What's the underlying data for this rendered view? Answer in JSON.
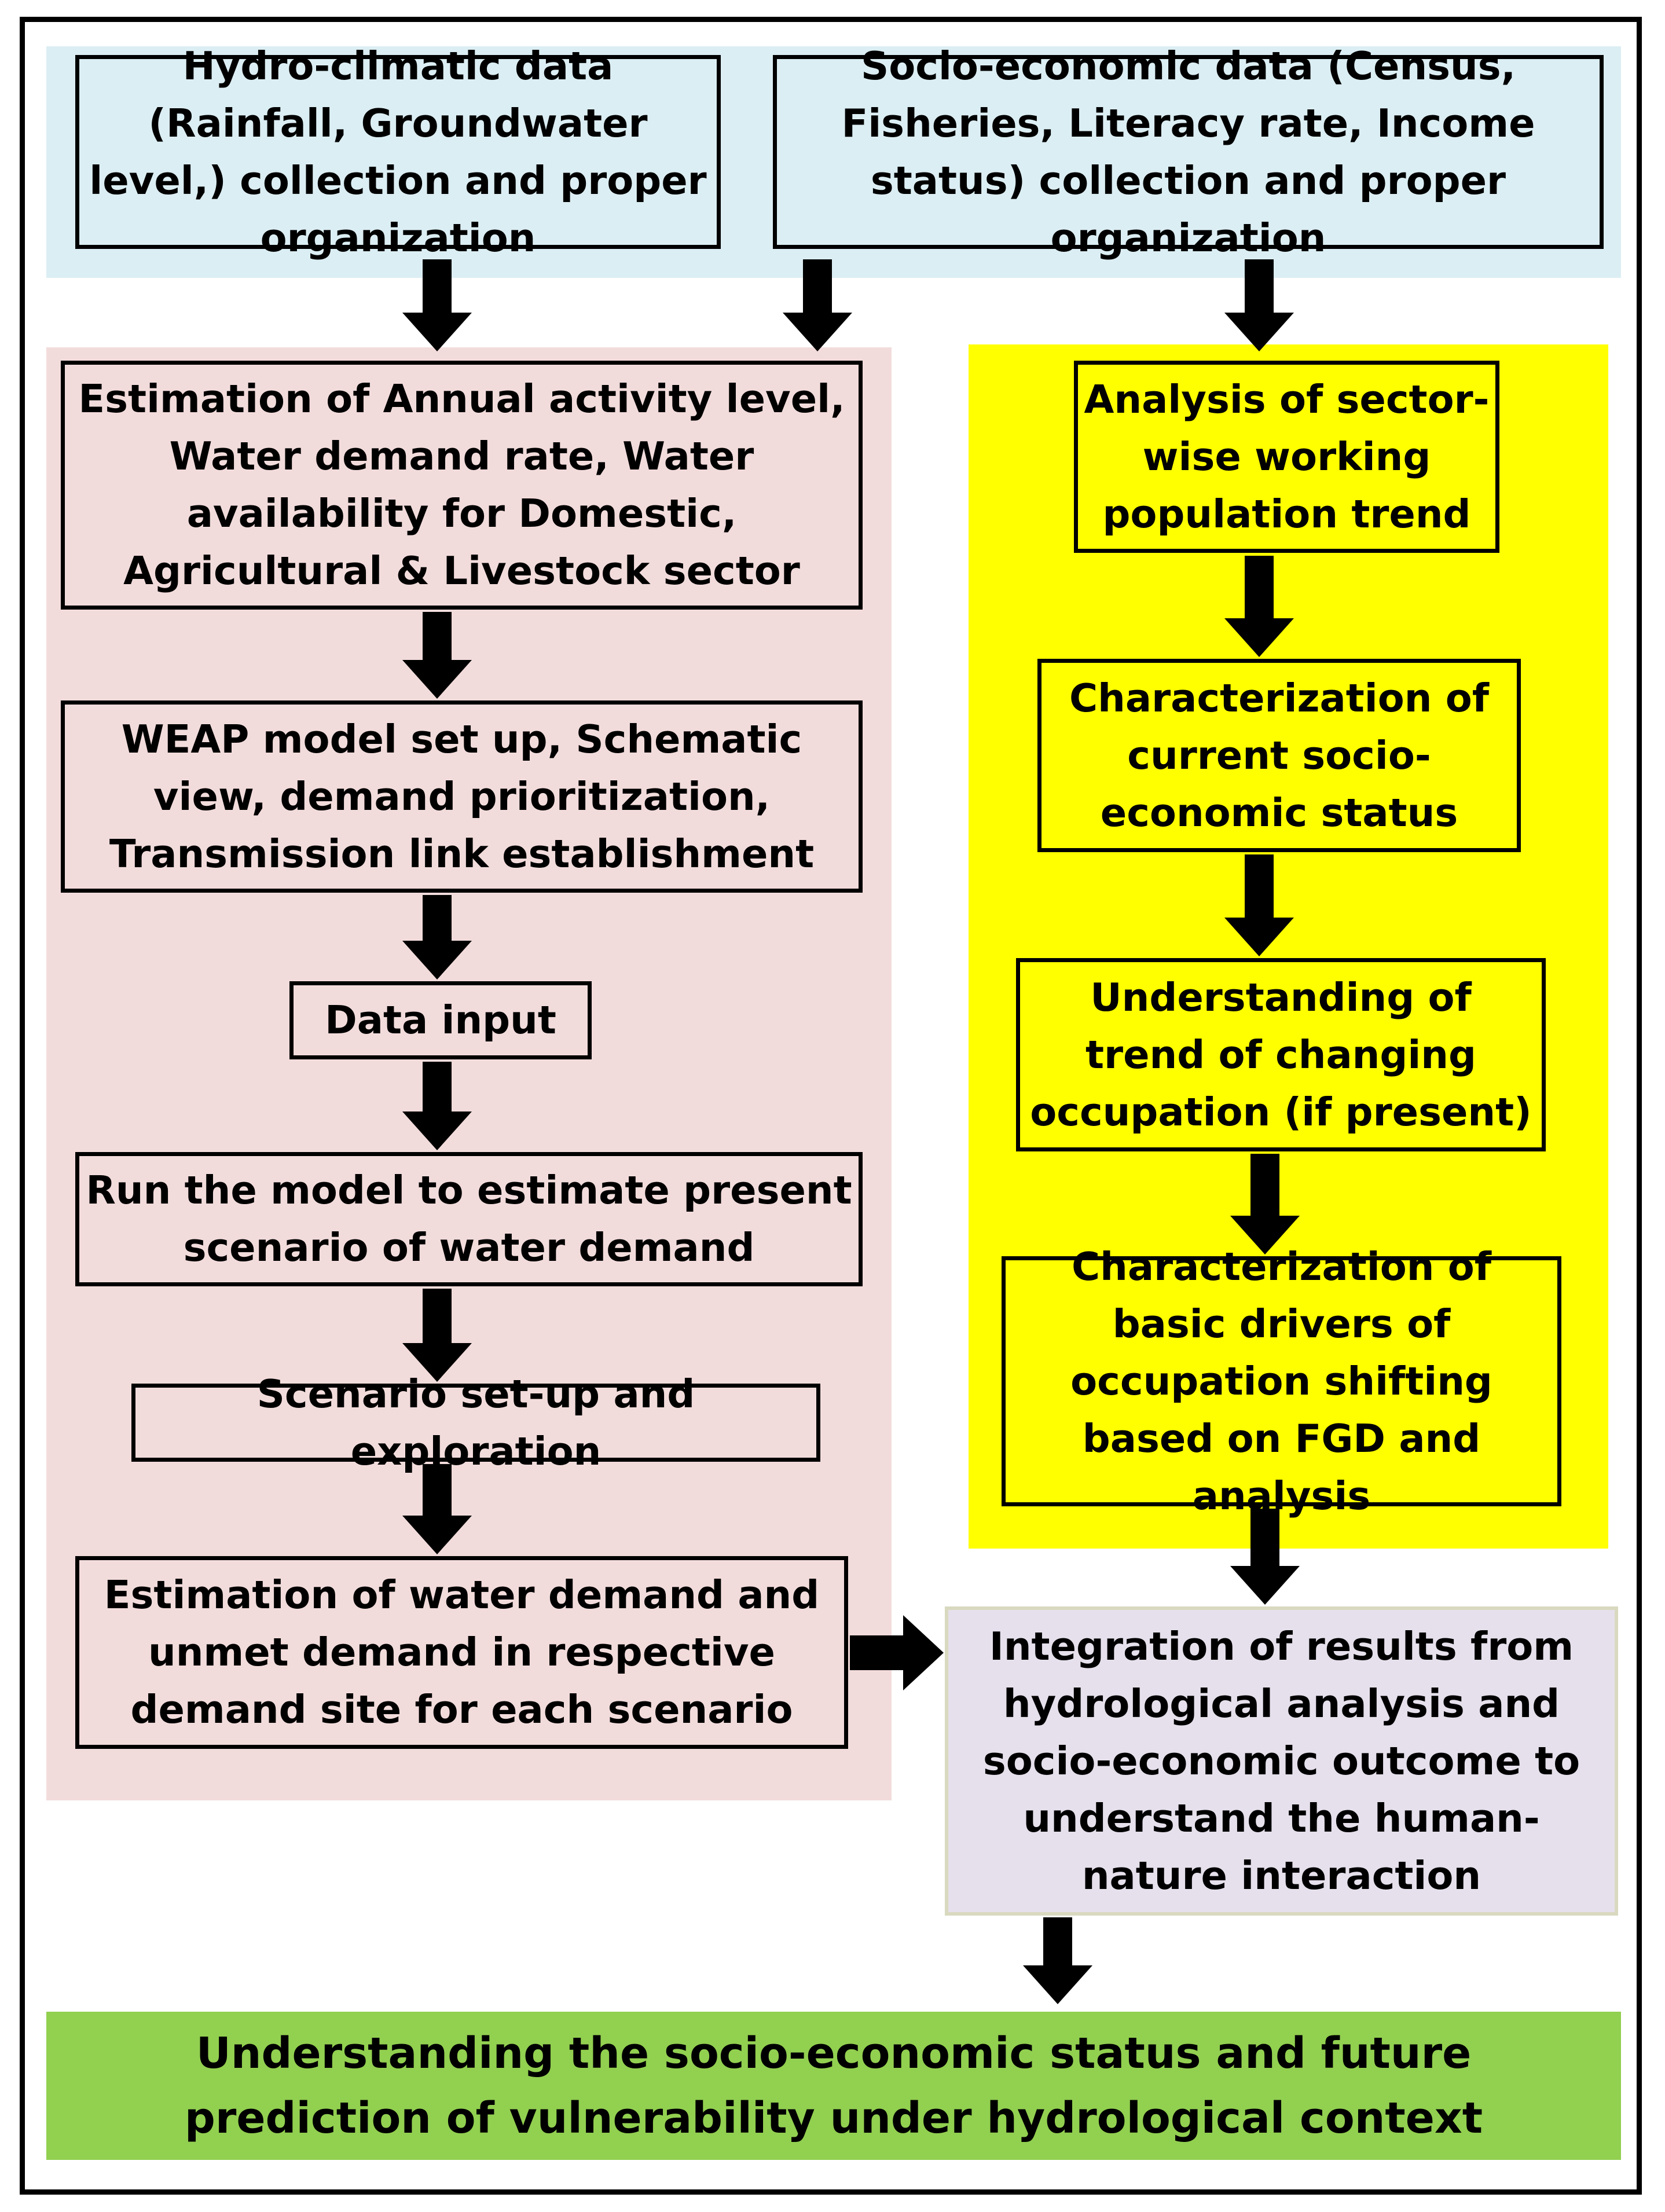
{
  "colors": {
    "border": "#000000",
    "top_band": "#dbeef3",
    "hydro_panel": "#f2dcdb",
    "socio_panel": "#ffff00",
    "integration": "#e6e0ec",
    "conclusion": "#92d050",
    "arrow": "#000000"
  },
  "top": {
    "hydro_data": "Hydro-climatic data (Rainfall, Groundwater level,) collection and proper organization",
    "socio_data": "Socio-economic data (Census, Fisheries, Literacy rate, Income status) collection and proper organization"
  },
  "hydrological": {
    "estimation": "Estimation of Annual activity level, Water demand rate, Water availability for Domestic, Agricultural & Livestock sector",
    "weap_setup": "WEAP model set up, Schematic view, demand prioritization, Transmission link establishment",
    "data_input": "Data input",
    "run_model": "Run the model to estimate present scenario of water demand",
    "scenario": "Scenario set-up and exploration",
    "unmet_demand": "Estimation of water demand and unmet demand in respective demand site for each scenario"
  },
  "socioeconomic": {
    "sector_analysis": "Analysis of sector-wise working population trend",
    "current_status": "Characterization of current socio-economic status",
    "occupation_trend": "Understanding of trend of changing occupation (if present)",
    "drivers": "Characterization of basic drivers of occupation shifting based on FGD and analysis"
  },
  "integration": "Integration of results from hydrological analysis and socio-economic outcome to understand the human-nature interaction",
  "conclusion": "Understanding the socio-economic status and future prediction of vulnerability under hydrological context"
}
